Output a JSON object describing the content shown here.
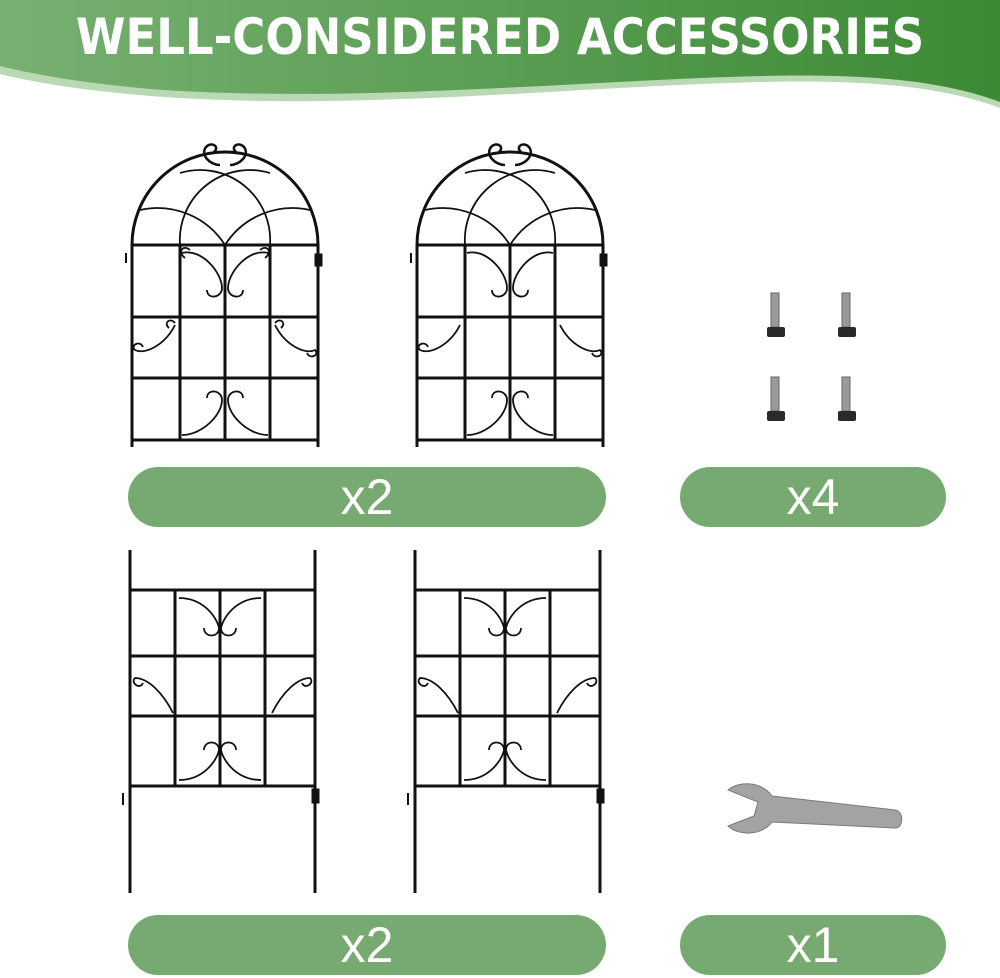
{
  "banner": {
    "title": "WELL-CONSIDERED ACCESSORIES",
    "gradient_start": "#78b072",
    "gradient_end": "#3c8a35"
  },
  "items": [
    {
      "name": "arched-fence-panel",
      "quantity_label": "x2"
    },
    {
      "name": "t-bolt",
      "quantity_label": "x4"
    },
    {
      "name": "square-fence-panel-with-stakes",
      "quantity_label": "x2"
    },
    {
      "name": "wrench",
      "quantity_label": "x1"
    }
  ],
  "colors": {
    "pill": "#77aa70",
    "metal": "#111111",
    "bolt": "#8a8a8a",
    "wrench": "#9a9a9a"
  }
}
